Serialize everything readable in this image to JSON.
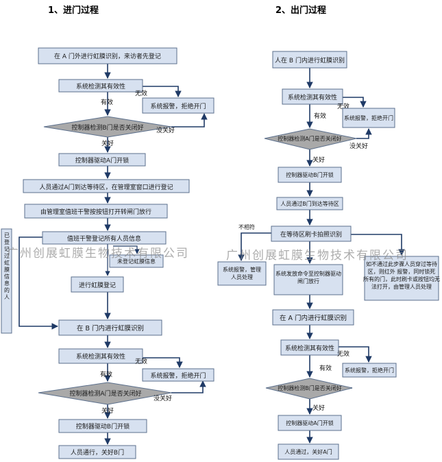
{
  "left": {
    "title": "1、进门过程",
    "b1": "在 A 门外进行虹膜识别，来访者先登记",
    "b2": "系统检测其有效性",
    "no_valid": "无效",
    "b3": "系统报警，拒绝开门",
    "valid": "有效",
    "d1": "控制器检测B门是否关闭好",
    "not_closed": "没关好",
    "closed": "关好",
    "b4": "控制器驱动A门开锁",
    "b5": "人员通过A门到达等待区，在管理室窗口进行登记",
    "b6": "由管理室值班干警按按钮打开转闸门放行",
    "b7": "值班干警登记所有人员信息",
    "b8": "未登记虹膜信息",
    "side": "已登记过虹膜信息的人",
    "b9": "进行虹膜登记",
    "b10": "在 B 门内进行虹膜识别",
    "b11": "系统检测其有效性",
    "no_valid2": "无效",
    "b12": "系统报警，拒绝开门",
    "valid2": "有效",
    "d2": "控制器检测A门是否关闭好",
    "not_closed2": "没关好",
    "closed2": "关好",
    "b13": "控制器驱动B门开锁",
    "b14": "人员通行，关好B门"
  },
  "right": {
    "title": "2、出门过程",
    "b1": "人在 B 门内进行虹膜识别",
    "b2": "系统检测其有效性",
    "no_valid": "无效",
    "b3": "系统报警，拒绝开门",
    "valid": "有效",
    "d1": "控制器检测A门是否关闭好",
    "not_closed": "没关好",
    "closed": "关好",
    "b4": "控制器驱动B门开锁",
    "b5": "人员通过B门到达等待区",
    "not_match": "不相符",
    "b6": "在等待区刷卡拍照识别",
    "b7": "系统报警，管理人员处理",
    "b8": "系统发放命令至控制器驱动闸门放行",
    "b9": "如不通过此步骤人员穿过等待区，则红外报警，同时锁死所有的门，此时刷卡或按钮均无法打开，由管理人员处理",
    "b10": "在 A 门内进行虹膜识别",
    "b11": "系统检测其有效性",
    "no_valid2": "无效",
    "b12": "系统报警，拒绝开门",
    "valid2": "有效",
    "d2": "控制器检测B门是否关闭好",
    "closed2": "关好",
    "b13": "控制器驱动A门开锁",
    "b14": "人员通过，关好A门"
  },
  "watermark": "广州创展虹膜生物技术有限公司"
}
